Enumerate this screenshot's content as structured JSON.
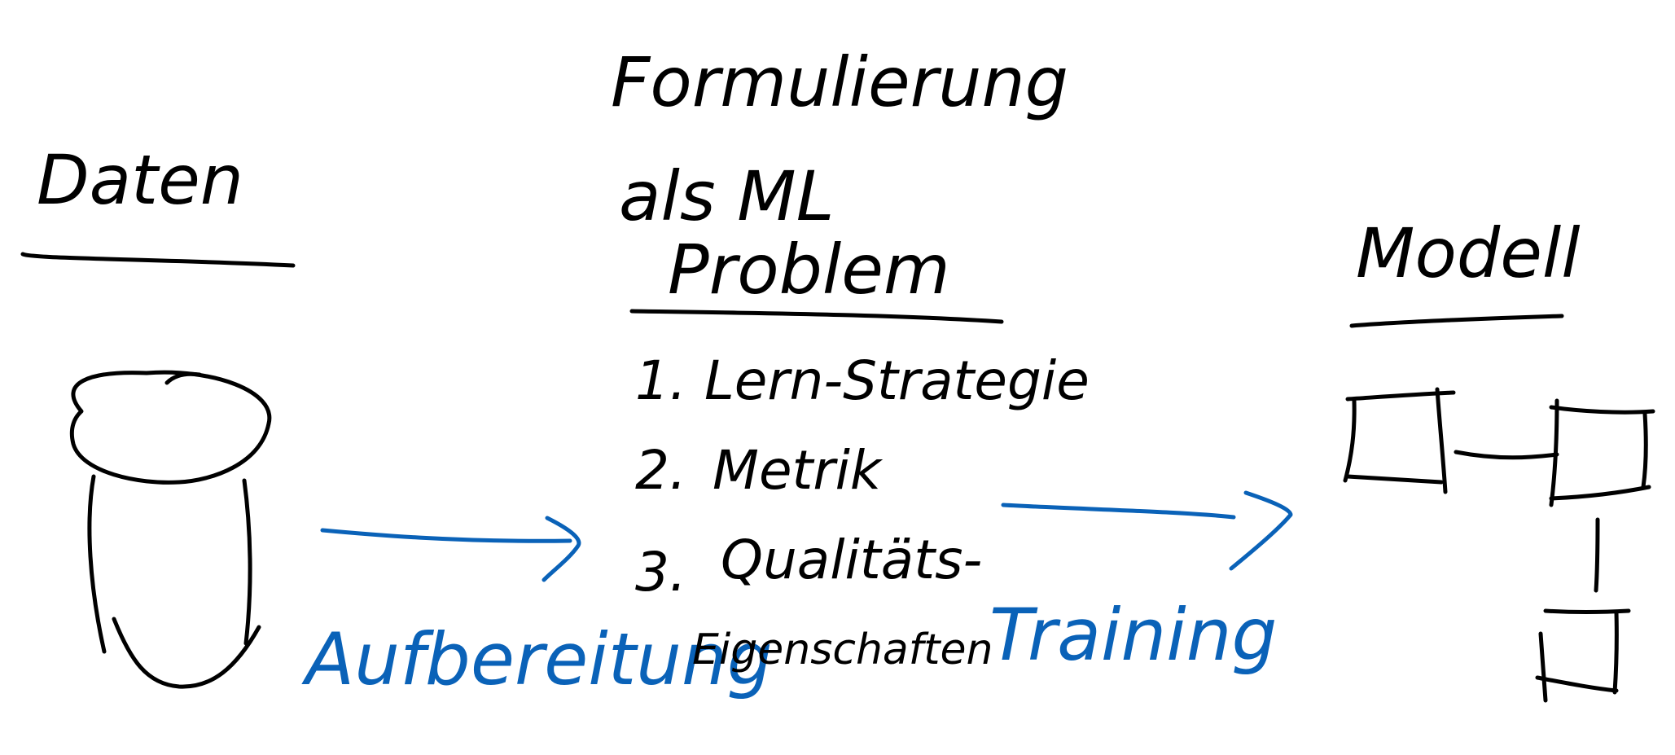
{
  "colors": {
    "ink": "#000000",
    "accent": "#0a62b8",
    "background": "#ffffff"
  },
  "labels": {
    "daten": "Daten",
    "formulierung_line1": "Formulierung",
    "formulierung_line2": "als ML",
    "formulierung_line3": "Problem",
    "modell": "Modell",
    "aufbereitung": "Aufbereitung",
    "training": "Training"
  },
  "steps": [
    {
      "number": "1.",
      "text": "Lern-Strategie"
    },
    {
      "number": "2.",
      "text": "Metrik"
    },
    {
      "number": "3.",
      "text": "Qualitäts-"
    },
    {
      "number": "",
      "text": "Eigenschaften"
    }
  ],
  "icons": {
    "data_store": "database-cylinder-icon",
    "model_graph": "model-boxes-icon",
    "arrow": "right-arrow-icon"
  }
}
